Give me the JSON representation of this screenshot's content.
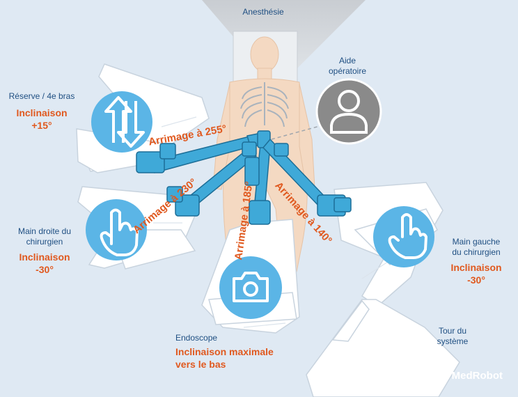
{
  "labels": {
    "anesthesia": "Anesthésie",
    "assistant_line1": "Aide",
    "assistant_line2": "opératoire",
    "reserve": "Réserve / 4e bras",
    "reserve_tilt_line1": "Inclinaison",
    "reserve_tilt_line2": "+15°",
    "right_hand_line1": "Main droite du",
    "right_hand_line2": "chirurgien",
    "right_tilt_line1": "Inclinaison",
    "right_tilt_line2": "-30°",
    "left_hand_line1": "Main gauche",
    "left_hand_line2": "du chirurgien",
    "left_tilt_line1": "Inclinaison",
    "left_tilt_line2": "-30°",
    "endoscope": "Endoscope",
    "endoscope_tilt_line1": "Inclinaison maximale",
    "endoscope_tilt_line2": "vers le bas",
    "tower_line1": "Tour du",
    "tower_line2": "système"
  },
  "docking": {
    "arm1": "Arrimage à 255°",
    "arm2": "Arrimage à 230°",
    "arm3": "Arrimage à 185°",
    "arm4": "Arrimage à 140°"
  },
  "watermark": "MedRobot",
  "icons": [
    "swap-arrows-icon",
    "pointing-hand-icon",
    "pointing-hand-icon",
    "camera-icon",
    "person-icon"
  ],
  "colors": {
    "background": "#dfe9f3",
    "arm_blue": "#3fa9d8",
    "icon_circle": "#5bb5e6",
    "orange_text": "#e0591f",
    "navy_text": "#1f4f82",
    "assistant_gray": "#8a8a8a",
    "body_skin": "#f4d9c2"
  }
}
